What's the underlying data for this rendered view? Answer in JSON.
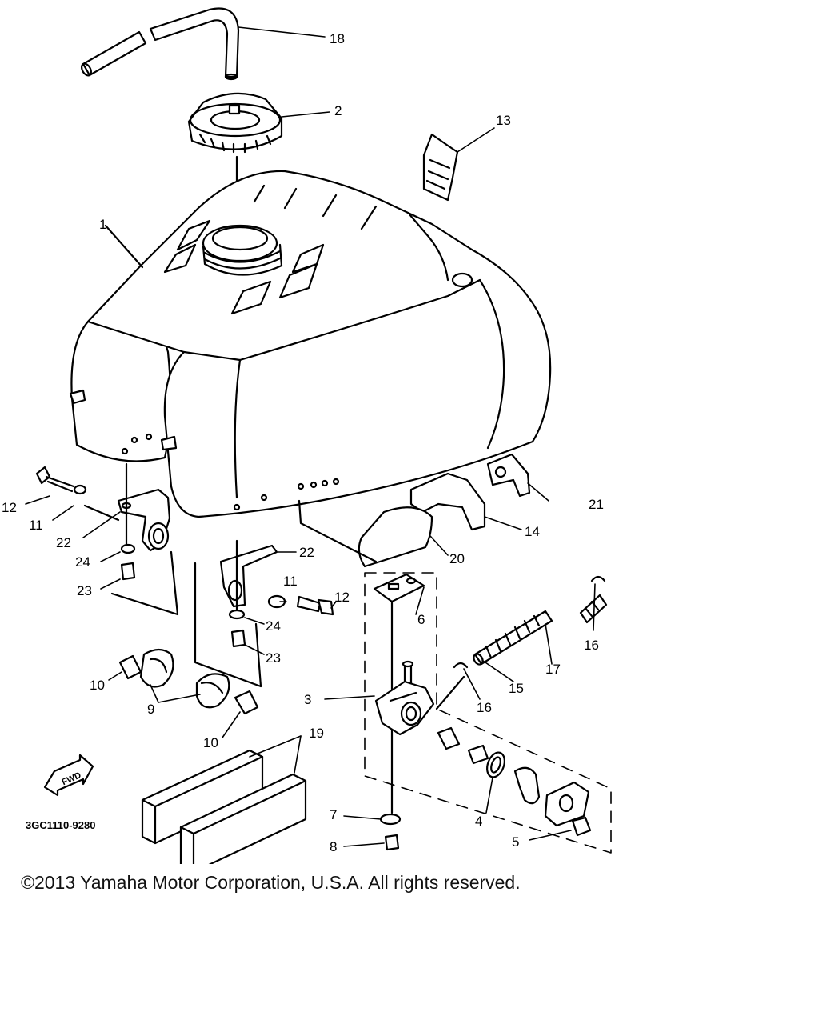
{
  "diagram": {
    "part_number_code": "3GC1110-9280",
    "fwd_label": "FWD",
    "callouts": [
      {
        "id": "c18",
        "text": "18"
      },
      {
        "id": "c2",
        "text": "2"
      },
      {
        "id": "c13",
        "text": "13"
      },
      {
        "id": "c1",
        "text": "1"
      },
      {
        "id": "c12a",
        "text": "12"
      },
      {
        "id": "c11a",
        "text": "11"
      },
      {
        "id": "c22a",
        "text": "22"
      },
      {
        "id": "c24a",
        "text": "24"
      },
      {
        "id": "c23a",
        "text": "23"
      },
      {
        "id": "c10a",
        "text": "10"
      },
      {
        "id": "c9",
        "text": "9"
      },
      {
        "id": "c10b",
        "text": "10"
      },
      {
        "id": "c22b",
        "text": "22"
      },
      {
        "id": "c11b",
        "text": "11"
      },
      {
        "id": "c12b",
        "text": "12"
      },
      {
        "id": "c24b",
        "text": "24"
      },
      {
        "id": "c23b",
        "text": "23"
      },
      {
        "id": "c21",
        "text": "21"
      },
      {
        "id": "c14",
        "text": "14"
      },
      {
        "id": "c20",
        "text": "20"
      },
      {
        "id": "c6",
        "text": "6"
      },
      {
        "id": "c16a",
        "text": "16"
      },
      {
        "id": "c17",
        "text": "17"
      },
      {
        "id": "c15",
        "text": "15"
      },
      {
        "id": "c16b",
        "text": "16"
      },
      {
        "id": "c3",
        "text": "3"
      },
      {
        "id": "c19",
        "text": "19"
      },
      {
        "id": "c4",
        "text": "4"
      },
      {
        "id": "c7",
        "text": "7"
      },
      {
        "id": "c8",
        "text": "8"
      },
      {
        "id": "c5",
        "text": "5"
      }
    ]
  },
  "footer": {
    "copyright": "©2013 Yamaha Motor Corporation, U.S.A. All rights reserved."
  }
}
